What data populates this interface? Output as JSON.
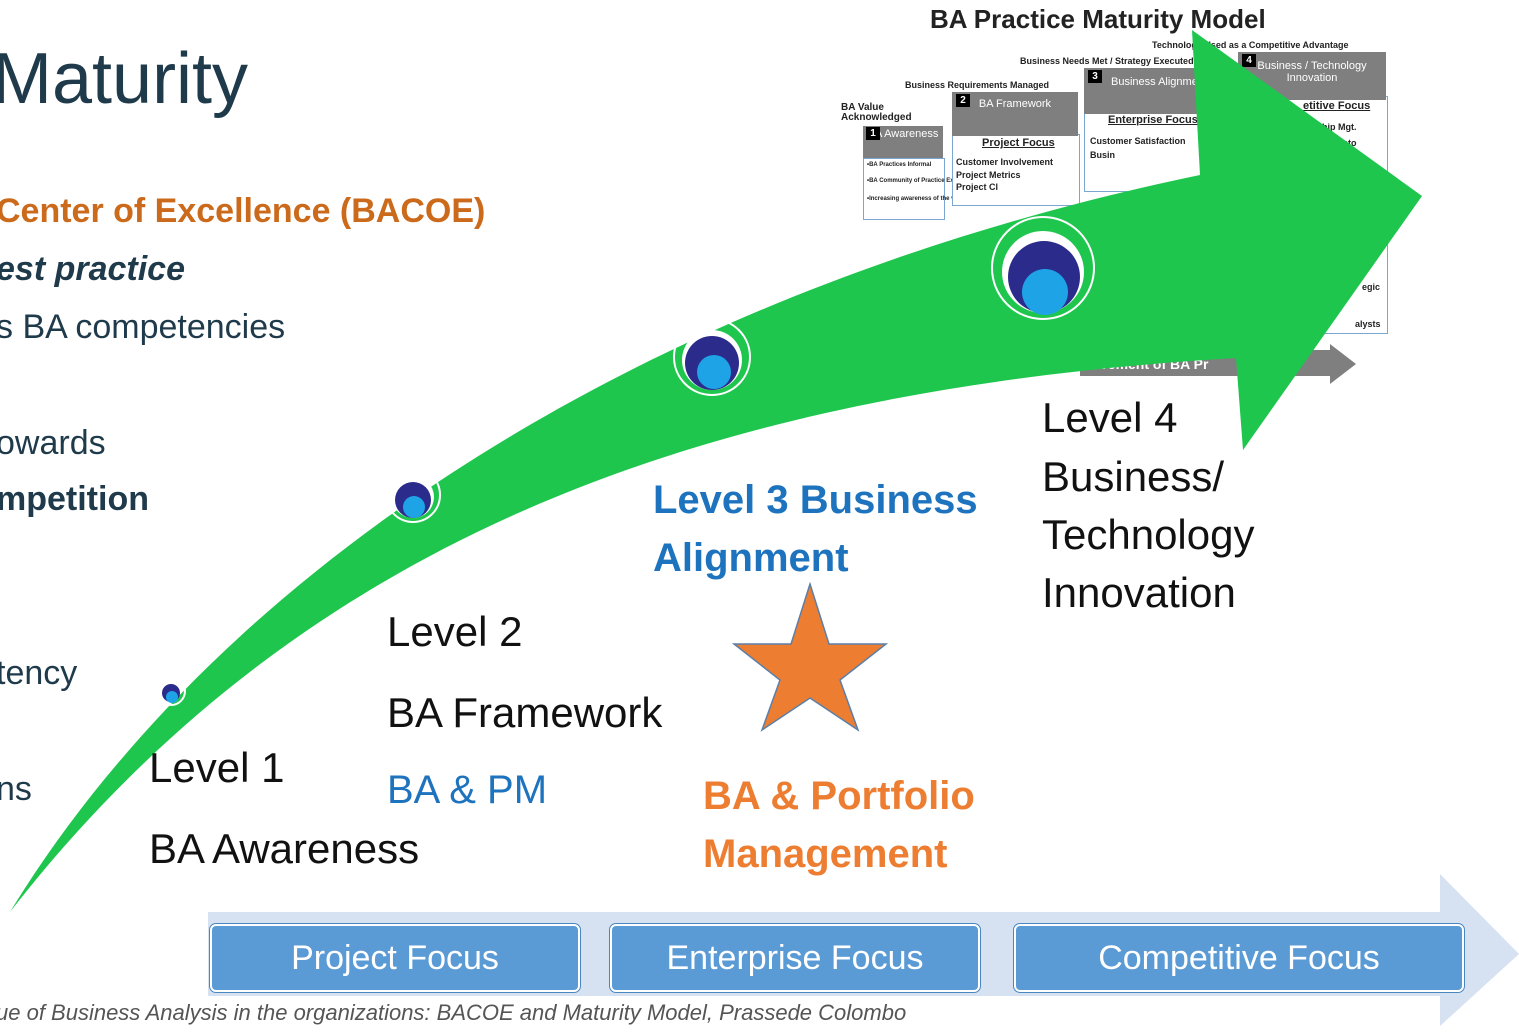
{
  "slide": {
    "title": "Maturity",
    "bullets": [
      "Center of Excellence (BACOE)",
      "est practice",
      "s BA competencies",
      "owards",
      "mpetition",
      "tency",
      "ns"
    ]
  },
  "maturity_model": {
    "title": "BA Practice Maturity Model",
    "captions": [
      "Technology Used as a Competitive Advantage",
      "Business Needs Met / Strategy Executed",
      "Business Requirements Managed",
      "BA Value Acknowledged"
    ],
    "columns": [
      {
        "num": "1",
        "head": "BA Awareness",
        "items": [
          "•BA Practices Informal",
          "•BA Community of Practice Exists",
          "•Increasing awareness of the value of BA"
        ]
      },
      {
        "num": "2",
        "head": "BA Framework",
        "focus": "Project Focus",
        "items": [
          "Customer Involvement",
          "Project Metrics",
          "Project Cl"
        ]
      },
      {
        "num": "3",
        "head": "Business Alignment",
        "focus": "Enterprise Focus",
        "items": [
          "Customer Satisfaction",
          "Busin"
        ]
      },
      {
        "num": "4",
        "head": "Business / Technology Innovation",
        "focus": "etitive Focus",
        "items": [
          "hip Mgt.",
          "into",
          "egic",
          "alysts"
        ]
      }
    ],
    "arrow_label": "vement of BA Pr"
  },
  "levels": {
    "level1": {
      "line1": "Level 1",
      "line2": "BA  Awareness"
    },
    "level2": {
      "line1": "Level 2",
      "line2": "BA Framework",
      "line3": "BA & PM"
    },
    "level3": {
      "line1": "Level 3  Business",
      "line2": "Alignment",
      "sub1": "BA & Portfolio",
      "sub2": "Management"
    },
    "level4": {
      "line1": "Level 4",
      "line2": "Business/",
      "line3": "Technology",
      "line4": "Innovation"
    }
  },
  "focus_bar": [
    "Project Focus",
    "Enterprise Focus",
    "Competitive Focus"
  ],
  "footnote": "ue of Business Analysis in the organizations: BACOE and Maturity Model,  Prassede Colombo",
  "colors": {
    "arrow_green": "#1fc64e",
    "star_orange": "#ed7d31",
    "focus_blue": "#5b9bd5",
    "chevron_light": "#d6e1f1",
    "text_orange": "#cc6a1c",
    "text_blue": "#1e73be"
  }
}
